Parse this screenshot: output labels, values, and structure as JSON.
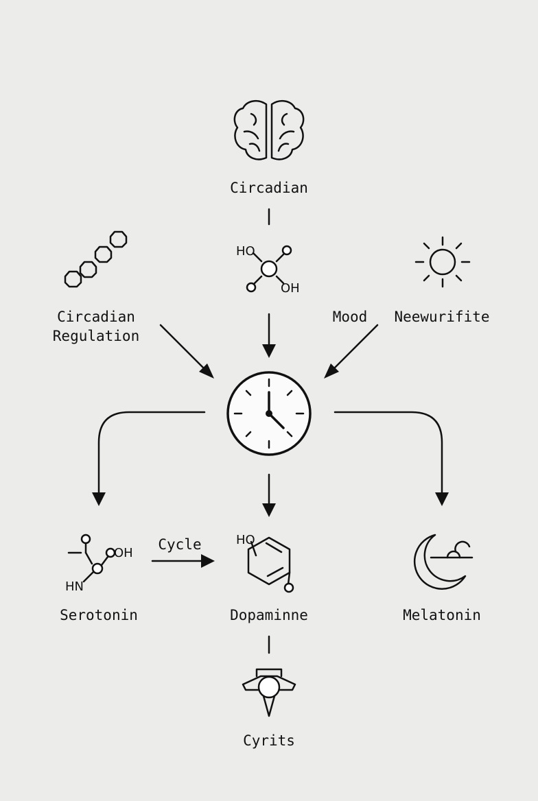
{
  "nodes": {
    "brain": {
      "label": "Circadian",
      "icon": "brain-icon"
    },
    "hormone_top": {
      "atoms": [
        "HO",
        "OH"
      ],
      "icon": "molecule-icon"
    },
    "chain": {
      "label_line1": "Circadian",
      "label_line2": "Regulation",
      "icon": "hexagon-chain-icon"
    },
    "sun": {
      "label_left": "Mood",
      "label_right": "Neewurifite",
      "icon": "sun-icon"
    },
    "clock": {
      "icon": "clock-icon"
    },
    "serotonin": {
      "label": "Serotonin",
      "atoms": [
        "OH",
        "HN"
      ],
      "icon": "serotonin-molecule-icon"
    },
    "dopamine": {
      "label": "Dopaminne",
      "atoms": [
        "HO"
      ],
      "icon": "benzene-ring-icon"
    },
    "melatonin": {
      "label": "Melatonin",
      "icon": "moon-icon"
    },
    "cyrits": {
      "label": "Cyrits",
      "icon": "pin-icon"
    }
  },
  "edges": {
    "serotonin_to_dopamine": {
      "label": "Cycle"
    }
  }
}
